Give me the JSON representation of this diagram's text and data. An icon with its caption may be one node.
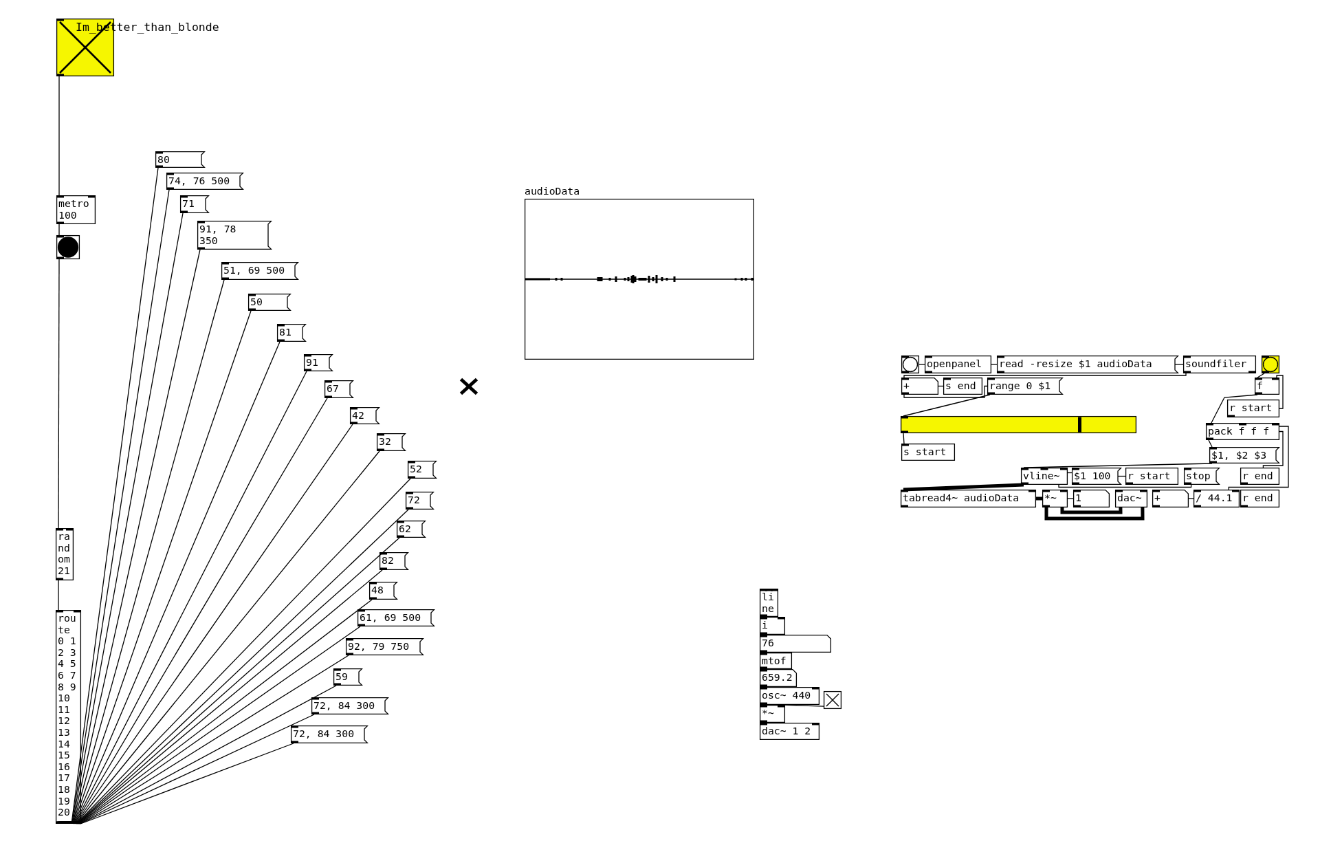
{
  "diagram": {
    "nodes": [
      {
        "text": [
          "Im_better_than_blonde"
        ]
      },
      {
        "text": [
          "metro 100"
        ]
      },
      {
        "text": [],
        "shape": "circle"
      },
      {
        "text": [
          "random 21"
        ]
      },
      {
        "text": [
          "route 0 1 2 3 4 5 6 7 8 9 10 11 12 13 14 15 16 17 18 19 20"
        ]
      },
      {
        "text": [
          "80"
        ]
      },
      {
        "text": [
          "74, 76 500"
        ]
      },
      {
        "text": [
          "71"
        ]
      },
      {
        "text": [
          "91, 78 350"
        ]
      },
      {
        "text": [
          "51, 69 500"
        ]
      },
      {
        "text": [
          "50"
        ]
      },
      {
        "text": [
          "81"
        ]
      },
      {
        "text": [
          "91"
        ]
      },
      {
        "text": [
          "67"
        ]
      },
      {
        "text": [
          "42"
        ]
      },
      {
        "text": [
          "32"
        ]
      },
      {
        "text": [
          "52"
        ]
      },
      {
        "text": [
          "72"
        ]
      },
      {
        "text": [
          "62"
        ]
      },
      {
        "text": [
          "82"
        ]
      },
      {
        "text": [
          "48"
        ]
      },
      {
        "text": [
          "61, 69 500"
        ]
      },
      {
        "text": [
          "92, 79 750"
        ]
      },
      {
        "text": [
          "59"
        ]
      },
      {
        "text": [
          "72, 84 300"
        ]
      },
      {
        "text": [
          "72, 84 300"
        ]
      },
      {
        "text": [
          "audioData"
        ]
      },
      {
        "text": [],
        "shape": "circle"
      },
      {
        "text": [
          "openpanel"
        ]
      },
      {
        "text": [
          "read -resize $1 audioData"
        ]
      },
      {
        "text": [
          "soundfiler"
        ]
      },
      {
        "text": [],
        "shape": "circle"
      },
      {
        "text": [
          "+"
        ]
      },
      {
        "text": [
          "s end"
        ]
      },
      {
        "text": [
          "range 0 $1"
        ]
      },
      {
        "text": [
          "f"
        ]
      },
      {
        "text": [
          "r start"
        ]
      },
      {
        "text": [],
        "shape": "bar"
      },
      {
        "text": [
          "pack f f f"
        ]
      },
      {
        "text": [
          "s start"
        ]
      },
      {
        "text": [
          "$1, $2 $3"
        ]
      },
      {
        "text": [
          "vline~"
        ]
      },
      {
        "text": [
          "$1 100"
        ]
      },
      {
        "text": [
          "r start"
        ]
      },
      {
        "text": [
          "stop"
        ]
      },
      {
        "text": [
          "r end"
        ]
      },
      {
        "text": [
          "tabread4~ audioData"
        ]
      },
      {
        "text": [
          "*~"
        ]
      },
      {
        "text": [
          "1"
        ]
      },
      {
        "text": [
          "dac~"
        ]
      },
      {
        "text": [
          "+"
        ]
      },
      {
        "text": [
          "/ 44.1"
        ]
      },
      {
        "text": [
          "r end"
        ]
      },
      {
        "text": [
          "line"
        ]
      },
      {
        "text": [
          "i"
        ]
      },
      {
        "text": [
          "76"
        ]
      },
      {
        "text": [
          "mtof"
        ]
      },
      {
        "text": [
          "659.2"
        ]
      },
      {
        "text": [
          "osc~ 440"
        ]
      },
      {
        "text": [],
        "shape": "box"
      },
      {
        "text": [
          "*~"
        ]
      },
      {
        "text": [
          "dac~ 1 2"
        ]
      }
    ],
    "edges": [
      {
        "from": 0,
        "to": 1,
        "arrow": "none"
      },
      {
        "from": 1,
        "to": 2,
        "arrow": "none"
      },
      {
        "from": 2,
        "to": 3,
        "arrow": "none"
      },
      {
        "from": 3,
        "to": 4,
        "arrow": "none"
      },
      {
        "from": 4,
        "to": 5,
        "arrow": "none"
      },
      {
        "from": 4,
        "to": 6,
        "arrow": "none"
      },
      {
        "from": 4,
        "to": 7,
        "arrow": "none"
      },
      {
        "from": 4,
        "to": 8,
        "arrow": "none"
      },
      {
        "from": 4,
        "to": 9,
        "arrow": "none"
      },
      {
        "from": 4,
        "to": 10,
        "arrow": "none"
      },
      {
        "from": 4,
        "to": 11,
        "arrow": "none"
      },
      {
        "from": 4,
        "to": 12,
        "arrow": "none"
      },
      {
        "from": 4,
        "to": 13,
        "arrow": "none"
      },
      {
        "from": 4,
        "to": 14,
        "arrow": "none"
      },
      {
        "from": 4,
        "to": 15,
        "arrow": "none"
      },
      {
        "from": 4,
        "to": 16,
        "arrow": "none"
      },
      {
        "from": 4,
        "to": 17,
        "arrow": "none"
      },
      {
        "from": 4,
        "to": 18,
        "arrow": "none"
      },
      {
        "from": 4,
        "to": 19,
        "arrow": "none"
      },
      {
        "from": 4,
        "to": 20,
        "arrow": "none"
      },
      {
        "from": 4,
        "to": 21,
        "arrow": "none"
      },
      {
        "from": 4,
        "to": 22,
        "arrow": "none"
      },
      {
        "from": 4,
        "to": 23,
        "arrow": "none"
      },
      {
        "from": 4,
        "to": 24,
        "arrow": "none"
      },
      {
        "from": 4,
        "to": 25,
        "arrow": "none"
      },
      {
        "from": 27,
        "to": 28,
        "arrow": "none"
      },
      {
        "from": 28,
        "to": 29,
        "arrow": "none"
      },
      {
        "from": 29,
        "to": 30,
        "arrow": "none"
      },
      {
        "from": 30,
        "to": 32,
        "arrow": "none"
      },
      {
        "from": 32,
        "to": 33,
        "arrow": "none"
      },
      {
        "from": 32,
        "to": 34,
        "arrow": "none"
      },
      {
        "from": 34,
        "to": 37,
        "arrow": "none"
      },
      {
        "from": 37,
        "to": 39,
        "arrow": "none"
      },
      {
        "from": 31,
        "to": 35,
        "arrow": "none"
      },
      {
        "from": 36,
        "to": 35,
        "arrow": "none"
      },
      {
        "from": 35,
        "to": 38,
        "arrow": "none"
      },
      {
        "from": 38,
        "to": 40,
        "arrow": "none"
      },
      {
        "from": 40,
        "to": 41,
        "arrow": "none"
      },
      {
        "from": 45,
        "to": 38,
        "arrow": "none"
      },
      {
        "from": 51,
        "to": 38,
        "arrow": "none"
      },
      {
        "from": 51,
        "to": 50,
        "arrow": "none"
      },
      {
        "from": 43,
        "to": 42,
        "arrow": "none"
      },
      {
        "from": 42,
        "to": 41,
        "arrow": "none"
      },
      {
        "from": 44,
        "to": 41,
        "arrow": "none"
      },
      {
        "from": 41,
        "to": 46,
        "arrow": "none",
        "style": "thick"
      },
      {
        "from": 46,
        "to": 47,
        "arrow": "none",
        "style": "thick"
      },
      {
        "from": 47,
        "to": 49,
        "arrow": "none",
        "style": "thick"
      },
      {
        "from": 47,
        "to": 49,
        "arrow": "none",
        "style": "thick"
      },
      {
        "from": 48,
        "to": 47,
        "arrow": "none"
      },
      {
        "from": 59,
        "to": 60,
        "arrow": "none"
      }
    ]
  }
}
